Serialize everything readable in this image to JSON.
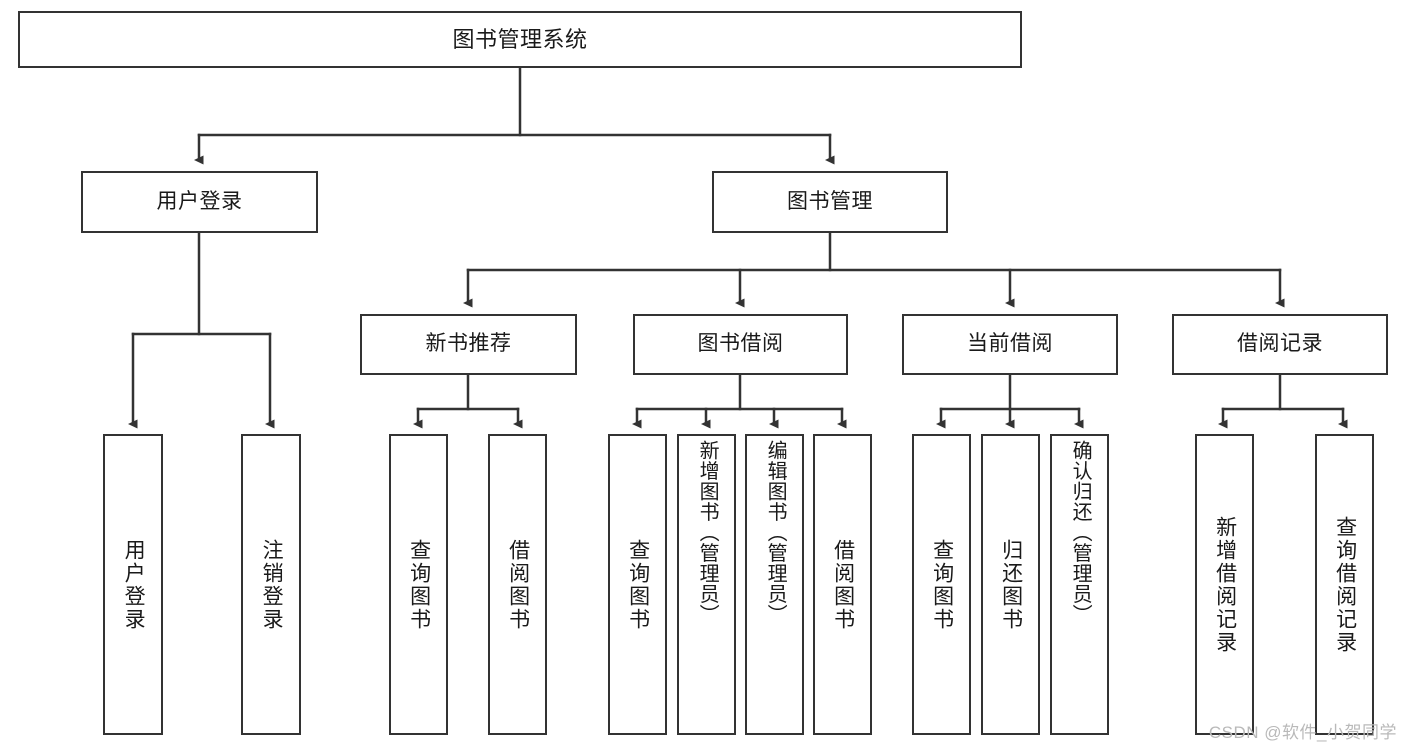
{
  "diagram": {
    "title": "图书管理系统",
    "type": "functional-structure-tree",
    "watermark": "CSDN @软件_小贺同学",
    "colors": {
      "stroke": "#333333",
      "fill": "#ffffff",
      "text": "#1a1a1a",
      "watermark": "#b9b9b9"
    },
    "root": {
      "label": "图书管理系统"
    },
    "level1": [
      {
        "label": "用户登录"
      },
      {
        "label": "图书管理"
      }
    ],
    "level2": [
      {
        "label": "新书推荐"
      },
      {
        "label": "图书借阅"
      },
      {
        "label": "当前借阅"
      },
      {
        "label": "借阅记录"
      }
    ],
    "leaves": {
      "user_login": [
        {
          "label": "用户登录"
        },
        {
          "label": "注销登录"
        }
      ],
      "new_book_recommend": [
        {
          "label": "查询图书"
        },
        {
          "label": "借阅图书"
        }
      ],
      "book_borrow": [
        {
          "label": "查询图书"
        },
        {
          "label": "新增图书（管理员）"
        },
        {
          "label": "编辑图书（管理员）"
        },
        {
          "label": "借阅图书"
        }
      ],
      "current_borrow": [
        {
          "label": "查询图书"
        },
        {
          "label": "归还图书"
        },
        {
          "label": "确认归还（管理员）"
        }
      ],
      "borrow_record": [
        {
          "label": "新增借阅记录"
        },
        {
          "label": "查询借阅记录"
        }
      ]
    }
  }
}
